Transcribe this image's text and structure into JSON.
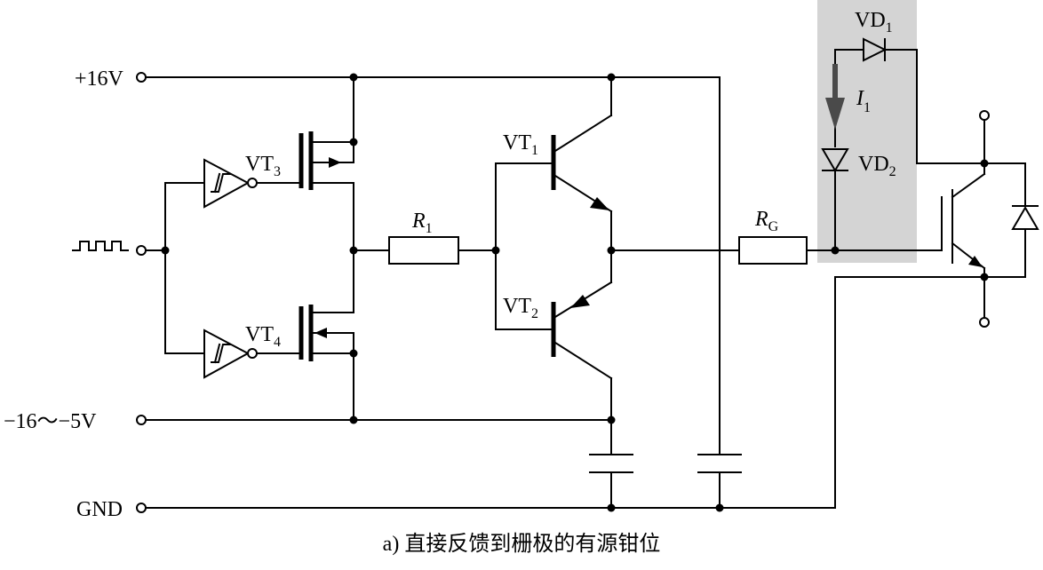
{
  "diagram": {
    "rails": {
      "vplus": "+16V",
      "vminus": "−16～−5V",
      "gnd": "GND"
    },
    "components": {
      "vt1": {
        "base": "VT",
        "sub": "1"
      },
      "vt2": {
        "base": "VT",
        "sub": "2"
      },
      "vt3": {
        "base": "VT",
        "sub": "3"
      },
      "vt4": {
        "base": "VT",
        "sub": "4"
      },
      "r1": {
        "base": "R",
        "sub": "1"
      },
      "rg": {
        "base": "R",
        "sub": "G"
      },
      "vd1": {
        "base": "VD",
        "sub": "1"
      },
      "vd2": {
        "base": "VD",
        "sub": "2"
      },
      "i1": {
        "base": "I",
        "sub": "1"
      }
    },
    "caption": "a) 直接反馈到栅极的有源钳位",
    "colors": {
      "line": "#000000",
      "highlight": "#d4d4d4",
      "current_arrow": "#4a4a4a"
    }
  }
}
